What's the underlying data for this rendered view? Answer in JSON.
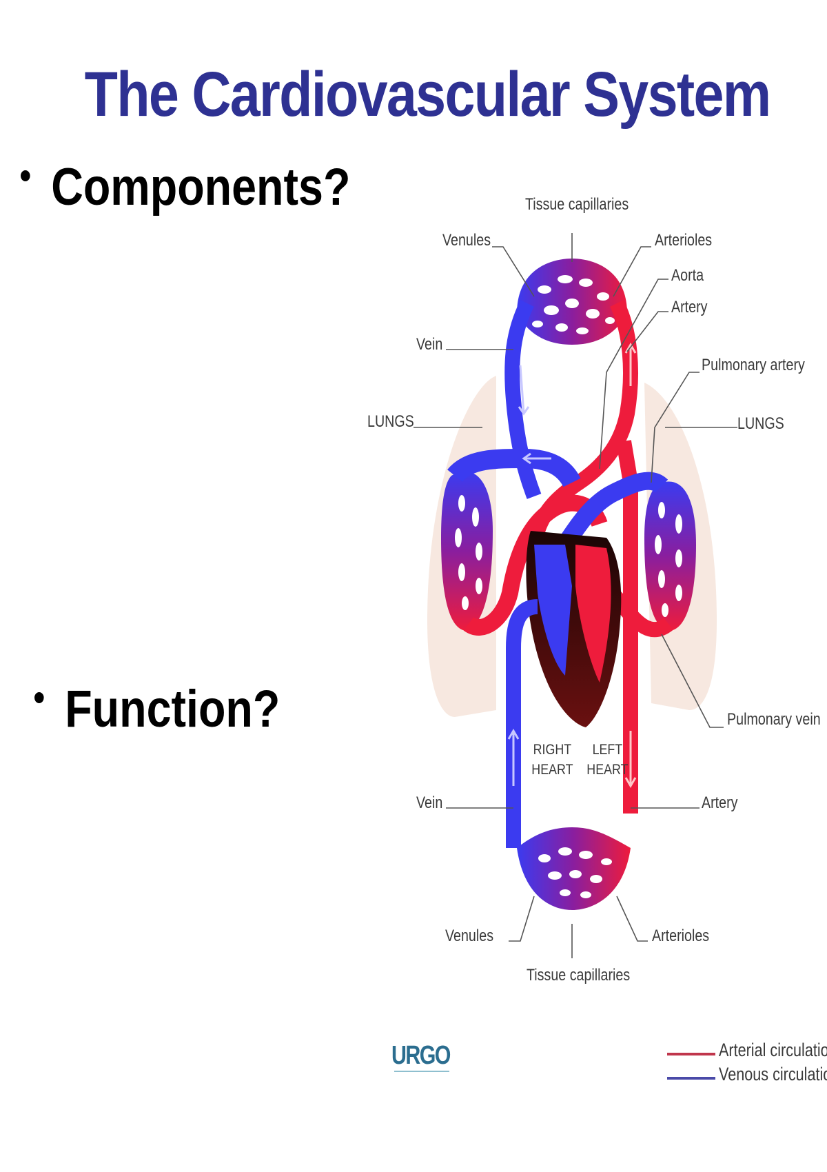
{
  "slide": {
    "title": "The Cardiovascular System",
    "bullets": [
      {
        "text": "Components?"
      },
      {
        "text": "Function?"
      }
    ]
  },
  "diagram": {
    "labels": {
      "tissue_capillaries_top": "Tissue capillaries",
      "venules_top": "Venules",
      "arterioles_top": "Arterioles",
      "aorta": "Aorta",
      "artery_top": "Artery",
      "vein_top": "Vein",
      "pulmonary_artery": "Pulmonary artery",
      "lungs_left": "LUNGS",
      "lungs_right": "LUNGS",
      "pulmonary_vein": "Pulmonary vein",
      "right_heart_1": "RIGHT",
      "right_heart_2": "HEART",
      "left_heart_1": "LEFT",
      "left_heart_2": "HEART",
      "vein_bottom": "Vein",
      "artery_bottom": "Artery",
      "venules_bottom": "Venules",
      "arterioles_bottom": "Arterioles",
      "tissue_capillaries_bottom": "Tissue capillaries"
    },
    "legend": [
      {
        "label": "Arterial circulation",
        "color": "#c0364c"
      },
      {
        "label": "Venous circulation",
        "color": "#4a4aa8"
      }
    ],
    "logo": "URGO",
    "colors": {
      "arterial": "#ee1c3c",
      "venous": "#3b3bf0",
      "lung": "#f6e4da",
      "heart_dark": "#3a0a0a"
    }
  }
}
